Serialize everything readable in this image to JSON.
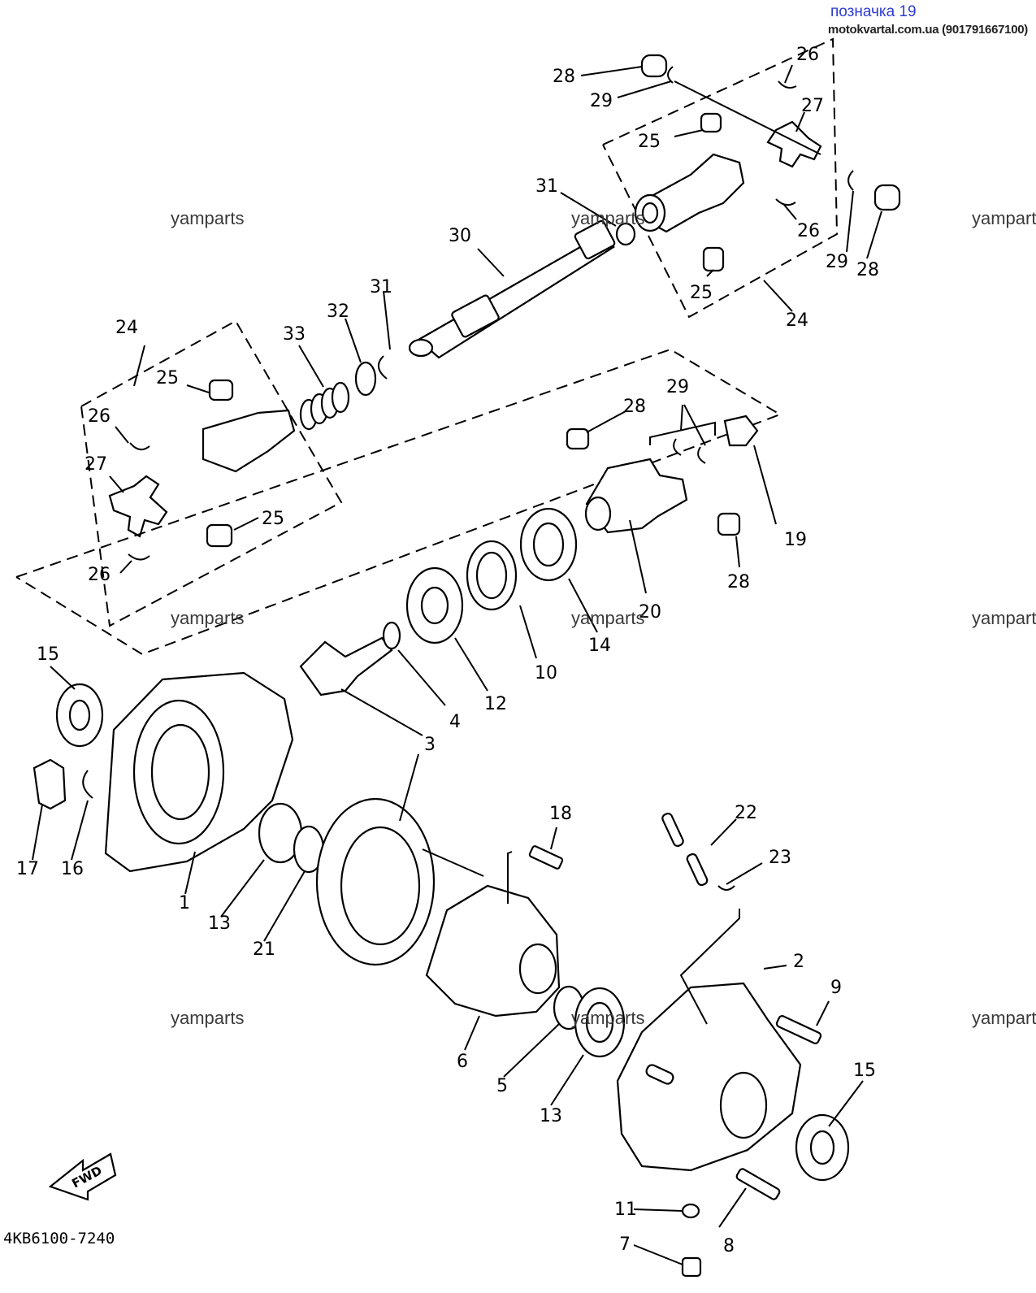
{
  "header": {
    "tag": "позначка 19",
    "contact": "motokvartal.com.ua (901791667100)"
  },
  "watermark": "yamparts",
  "diagram_code": "4KB6100-7240",
  "fwd_label": "FWD",
  "parts": {
    "p1": "1",
    "p2": "2",
    "p3": "3",
    "p4": "4",
    "p5": "5",
    "p6": "6",
    "p7": "7",
    "p8": "8",
    "p9": "9",
    "p10": "10",
    "p11": "11",
    "p12": "12",
    "p13": "13",
    "p14": "14",
    "p15": "15",
    "p16": "16",
    "p17": "17",
    "p18": "18",
    "p19": "19",
    "p20": "20",
    "p21": "21",
    "p22": "22",
    "p23": "23",
    "p24": "24",
    "p25": "25",
    "p26": "26",
    "p27": "27",
    "p28": "28",
    "p29": "29",
    "p30": "30",
    "p31": "31",
    "p32": "32",
    "p33": "33"
  }
}
